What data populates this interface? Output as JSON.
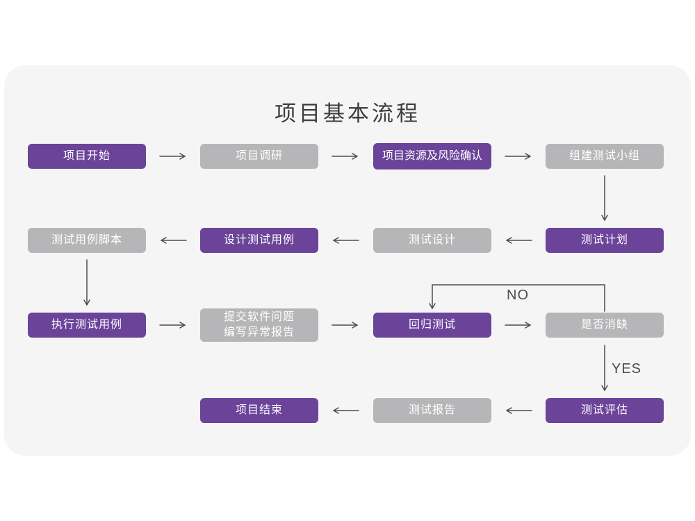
{
  "page": {
    "title": "项目基本流程"
  },
  "colors": {
    "page-bg": "#ffffff",
    "card-bg": "#f5f5f6",
    "title-text": "#3c3c3e",
    "purple": "#6b4399",
    "gray": "#b6b6b8",
    "node-text": "#ffffff",
    "line": "#4b4b4d"
  },
  "flow": {
    "nodes": [
      {
        "label": "项目开始",
        "variant": "purple"
      },
      {
        "label": "项目调研",
        "variant": "gray"
      },
      {
        "label": "项目资源及风险确认",
        "variant": "purple"
      },
      {
        "label": "组建测试小组",
        "variant": "gray"
      },
      {
        "label": "测试用例脚本",
        "variant": "gray"
      },
      {
        "label": "设计测试用例",
        "variant": "purple"
      },
      {
        "label": "测试设计",
        "variant": "gray"
      },
      {
        "label": "测试计划",
        "variant": "purple"
      },
      {
        "label": "执行测试用例",
        "variant": "purple"
      },
      {
        "label": "提交软件问题",
        "label2": "编写异常报告",
        "variant": "gray"
      },
      {
        "label": "回归测试",
        "variant": "purple"
      },
      {
        "label": "是否消缺",
        "variant": "gray"
      },
      {
        "label": "项目结束",
        "variant": "purple"
      },
      {
        "label": "测试报告",
        "variant": "gray"
      },
      {
        "label": "测试评估",
        "variant": "purple"
      }
    ],
    "edge_labels": {
      "no": "NO",
      "yes": "YES"
    }
  }
}
